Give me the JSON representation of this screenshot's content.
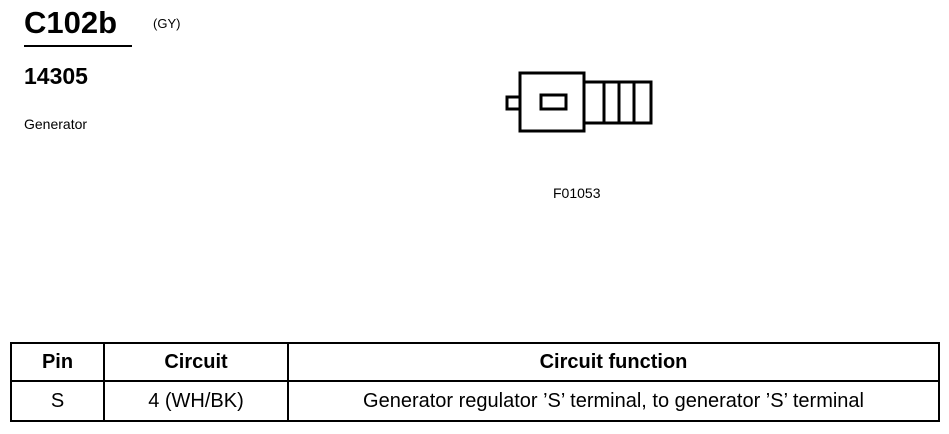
{
  "connector": {
    "id": "C102b",
    "color_code": "(GY)",
    "part_number": "14305",
    "component": "Generator"
  },
  "figure": {
    "id": "F01053"
  },
  "table": {
    "headers": {
      "pin": "Pin",
      "circuit": "Circuit",
      "function": "Circuit function"
    },
    "rows": [
      {
        "pin": "S",
        "circuit": "4 (WH/BK)",
        "function": "Generator regulator ’S’ terminal, to generator ’S’ terminal"
      }
    ]
  }
}
